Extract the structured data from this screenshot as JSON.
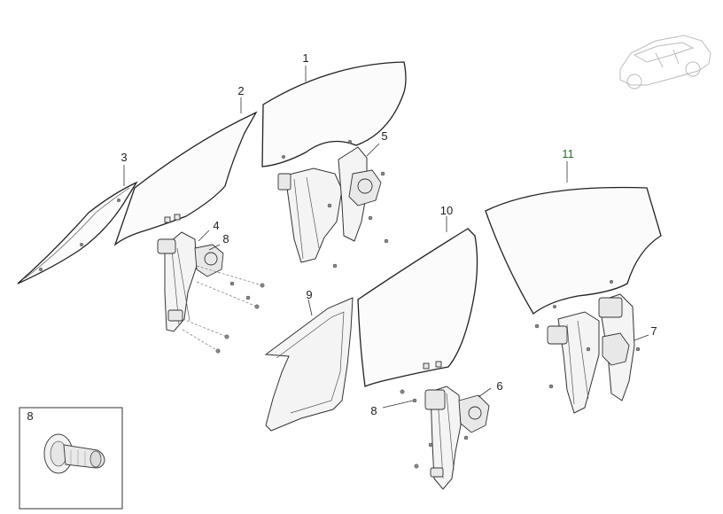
{
  "callouts": {
    "c1": "1",
    "c2": "2",
    "c3": "3",
    "c4": "4",
    "c5": "5",
    "c6": "6",
    "c7": "7",
    "c8a": "8",
    "c8b": "8",
    "c9": "9",
    "c10": "10",
    "c11": "11"
  },
  "inset": {
    "label": "8"
  },
  "colors": {
    "line": "#222222",
    "callout_11": "#2e6b2e",
    "car_outline": "#bbbbbb"
  }
}
